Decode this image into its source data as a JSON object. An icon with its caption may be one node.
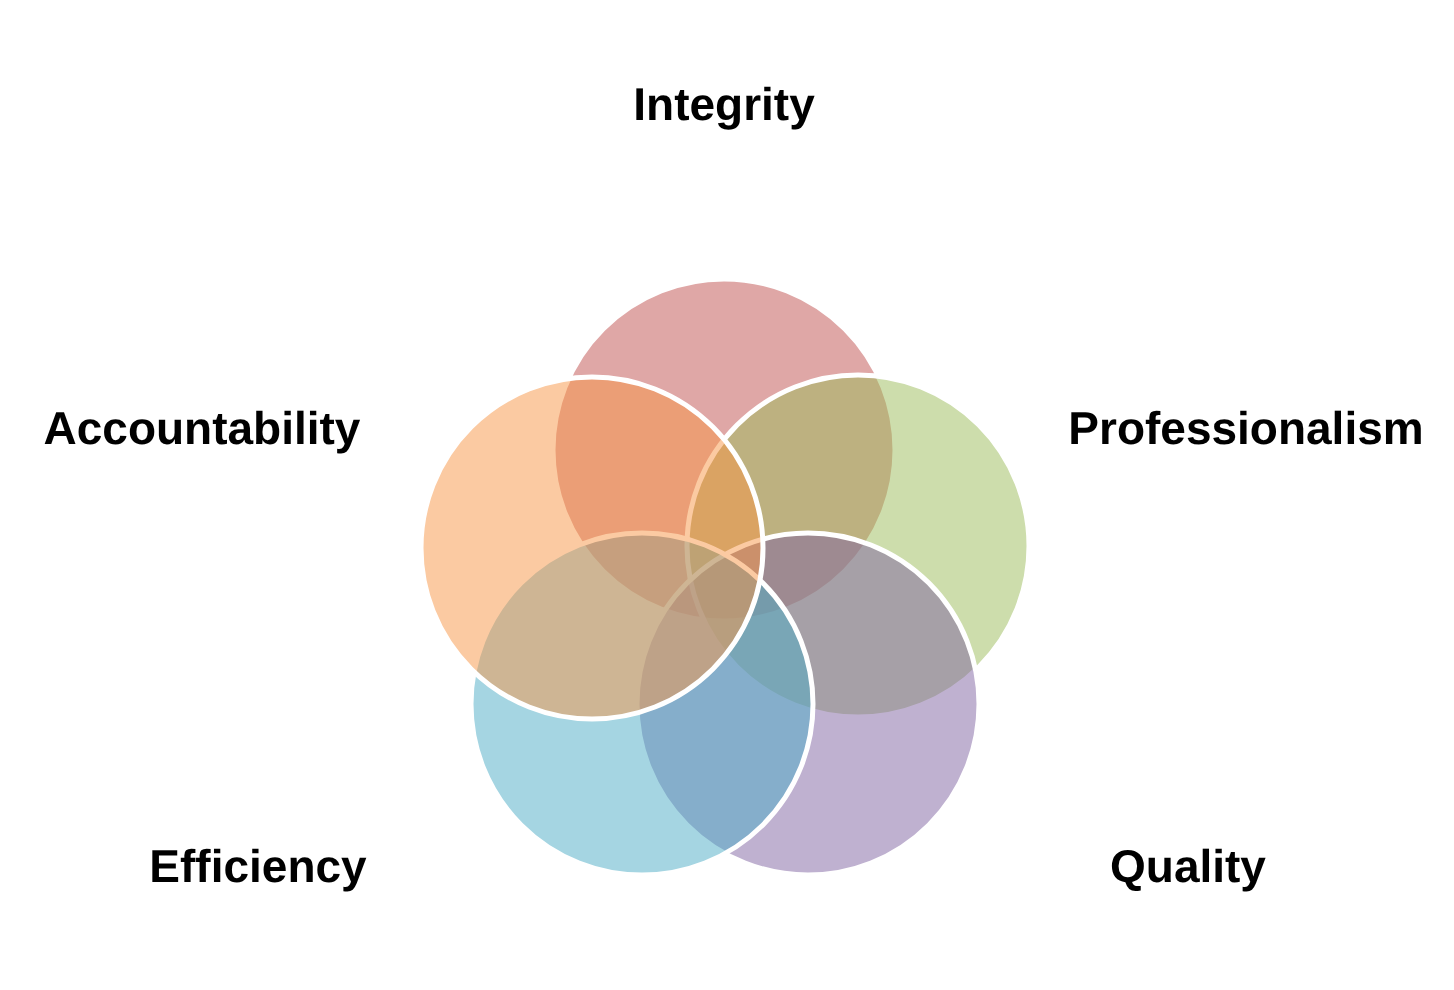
{
  "diagram": {
    "nodes": [
      {
        "text": [],
        "shape": "circle",
        "beside": [
          "Integrity"
        ]
      },
      {
        "text": [],
        "shape": "circle",
        "beside": [
          "Accountability"
        ]
      },
      {
        "text": [],
        "shape": "circle",
        "beside": [
          "Professionalism"
        ]
      },
      {
        "text": [],
        "shape": "circle",
        "beside": [
          "Efficiency"
        ]
      },
      {
        "text": [],
        "shape": "circle",
        "beside": [
          "Quality"
        ]
      }
    ]
  }
}
